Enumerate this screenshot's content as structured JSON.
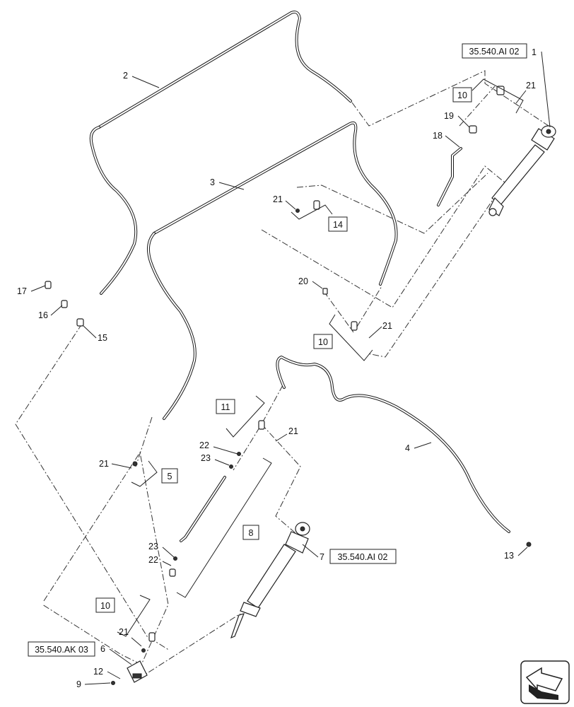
{
  "callouts": {
    "c1": "1",
    "c2": "2",
    "c3": "3",
    "c4": "4",
    "c6": "6",
    "c7": "7",
    "c9": "9",
    "c12": "12",
    "c13": "13",
    "c15": "15",
    "c16": "16",
    "c17": "17",
    "c18": "18",
    "c19": "19",
    "c20": "20",
    "c21a": "21",
    "c21b": "21",
    "c21c": "21",
    "c21d": "21",
    "c21e": "21",
    "c21f": "21",
    "c22a": "22",
    "c22b": "22",
    "c23a": "23",
    "c23b": "23"
  },
  "boxed": {
    "b5": "5",
    "b8": "8",
    "b10a": "10",
    "b10b": "10",
    "b10c": "10",
    "b11": "11",
    "b14": "14"
  },
  "references": {
    "ref_top": "35.540.AI 02",
    "ref_mid": "35.540.AI 02",
    "ref_bottom": "35.540.AK 03"
  },
  "icons": {
    "nav": "view-direction-arrow-icon"
  }
}
